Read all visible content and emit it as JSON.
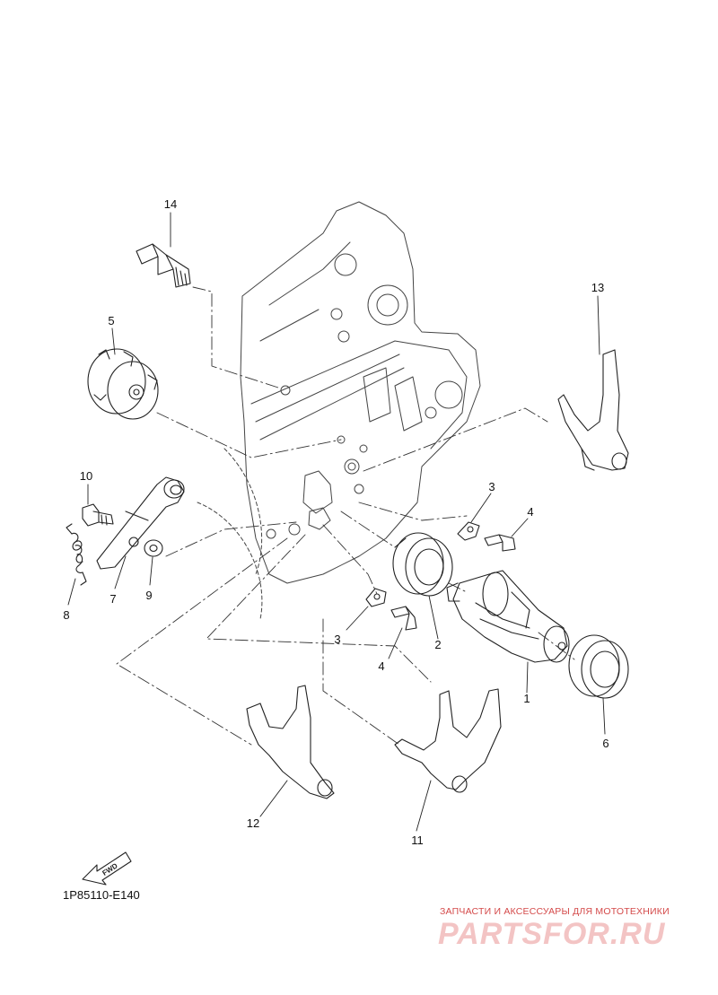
{
  "diagram": {
    "code": "1P85110-E140",
    "fwd_label": "FWD",
    "callouts": [
      "1",
      "2",
      "3",
      "3",
      "4",
      "4",
      "5",
      "6",
      "7",
      "8",
      "9",
      "10",
      "11",
      "12",
      "13",
      "14"
    ]
  },
  "watermark": {
    "tagline": "ЗАПЧАСТИ И АКСЕССУАРЫ ДЛЯ МОТОТЕХНИКИ",
    "logo_text": "PARTSFOR.RU",
    "color": "#f3c4c4"
  }
}
